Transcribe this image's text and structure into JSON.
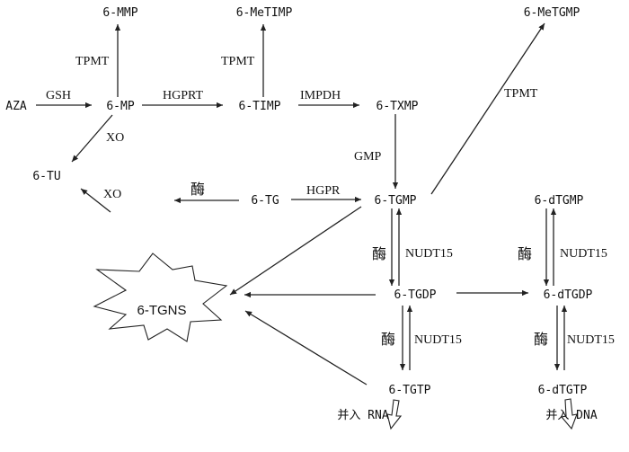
{
  "nodes": {
    "mmp": "6-MMP",
    "metimp": "6-MeTIMP",
    "metgmp": "6-MeTGMP",
    "aza": "AZA",
    "mp": "6-MP",
    "timp": "6-TIMP",
    "txmp": "6-TXMP",
    "tu": "6-TU",
    "tg": "6-TG",
    "tgmp": "6-TGMP",
    "dtgmp": "6-dTGMP",
    "tgdp": "6-TGDP",
    "dtgdp": "6-dTGDP",
    "tgtp": "6-TGTP",
    "dtgtp": "6-dTGTP",
    "tgns": "6-TGNS",
    "rna": "并入 RNA",
    "dna": "并入 DNA"
  },
  "enzymes": {
    "tpmt_mmp": "TPMT",
    "tpmt_metimp": "TPMT",
    "tpmt_metgmp": "TPMT",
    "gsh": "GSH",
    "hgprt": "HGPRT",
    "impdh": "IMPDH",
    "xo_mp": "XO",
    "xo_tg": "XO",
    "gmp": "GMP",
    "enzyme_tg": "酶",
    "hgpr": "HGPR",
    "enzyme_tgmp": "酶",
    "nudt15_tgmp": "NUDT15",
    "enzyme_dtgmp": "酶",
    "nudt15_dtgmp": "NUDT15",
    "enzyme_tgdp": "酶",
    "nudt15_tgdp": "NUDT15",
    "enzyme_dtgdp": "酶",
    "nudt15_dtgdp": "NUDT15"
  }
}
